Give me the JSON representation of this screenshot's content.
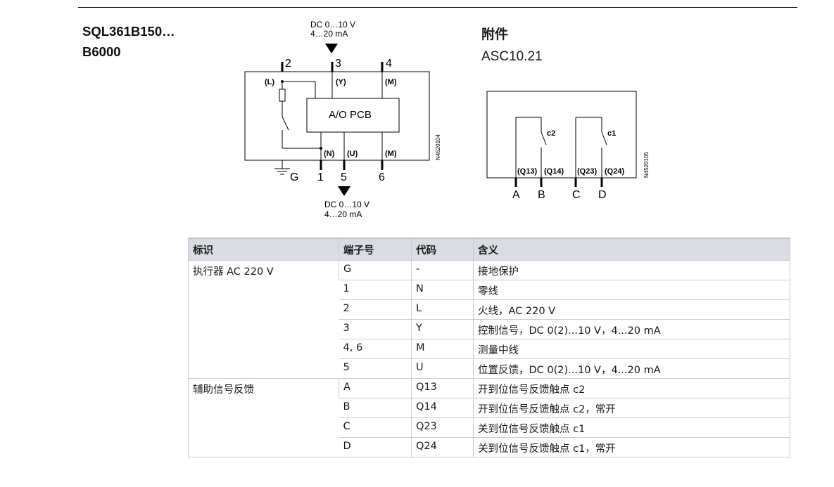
{
  "product": {
    "model_line1": "SQL361B150…",
    "model_line2": "B6000"
  },
  "diagram1": {
    "dc_top": "DC 0…10 V",
    "ma_top": "4…20 mA",
    "dc_bottom": "DC 0…10 V",
    "ma_bottom": "4…20 mA",
    "pcb": "A/O PCB",
    "ground": "G",
    "code": "N4520104",
    "top_terminals": [
      {
        "num": "2",
        "code": "(L)"
      },
      {
        "num": "3",
        "code": "(Y)"
      },
      {
        "num": "4",
        "code": "(M)"
      }
    ],
    "bottom_terminals": [
      {
        "num": "1",
        "code": "(N)"
      },
      {
        "num": "5",
        "code": "(U)"
      },
      {
        "num": "6",
        "code": "(M)"
      }
    ]
  },
  "accessory": {
    "title": "附件",
    "model": "ASC10.21",
    "code": "N4520105",
    "contacts": [
      "c2",
      "c1"
    ],
    "terminal_codes": [
      "(Q13)",
      "(Q14)",
      "(Q23)",
      "(Q24)"
    ],
    "terminals": [
      "A",
      "B",
      "C",
      "D"
    ]
  },
  "table": {
    "headers": [
      "标识",
      "端子号",
      "代码",
      "含义"
    ],
    "groups": [
      {
        "label": "执行器 AC 220 V",
        "rows": [
          {
            "terminal": "G",
            "code": "-",
            "meaning": "接地保护"
          },
          {
            "terminal": "1",
            "code": "N",
            "meaning": "零线"
          },
          {
            "terminal": "2",
            "code": "L",
            "meaning": "火线，AC 220 V"
          },
          {
            "terminal": "3",
            "code": "Y",
            "meaning": "控制信号，DC 0(2)...10 V，4...20 mA"
          },
          {
            "terminal": "4, 6",
            "code": "M",
            "meaning": "测量中线"
          },
          {
            "terminal": "5",
            "code": "U",
            "meaning": "位置反馈，DC 0(2)...10 V，4...20 mA"
          }
        ]
      },
      {
        "label": "辅助信号反馈",
        "rows": [
          {
            "terminal": "A",
            "code": "Q13",
            "meaning": "开到位信号反馈触点 c2"
          },
          {
            "terminal": "B",
            "code": "Q14",
            "meaning": "开到位信号反馈触点 c2，常开"
          },
          {
            "terminal": "C",
            "code": "Q23",
            "meaning": "关到位信号反馈触点 c1"
          },
          {
            "terminal": "D",
            "code": "Q24",
            "meaning": "关到位信号反馈触点 c1，常开"
          }
        ]
      }
    ]
  }
}
